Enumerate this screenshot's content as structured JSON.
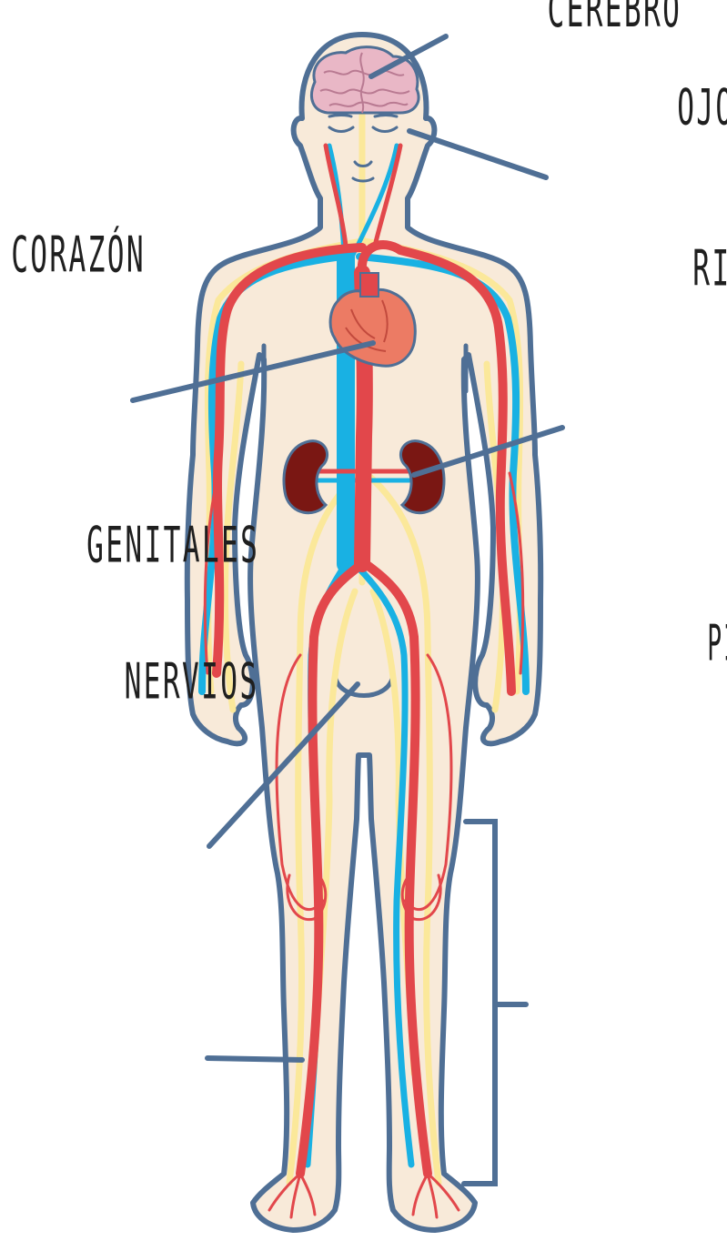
{
  "labels": {
    "cerebro": "CEREBRO",
    "ojos": "OJOS",
    "corazon": "CORAZÓN",
    "rinones": "RIÑONES",
    "genitales": "GENITALES",
    "piernas": "PIERNAS Y PIES",
    "nervios": "NERVIOS"
  },
  "colors": {
    "outline": "#4f6f95",
    "skin": "#f8ead9",
    "artery": "#e2474b",
    "vein": "#19b1e3",
    "nerve": "#fbe89a",
    "brain": "#e9b7c6",
    "heart": "#ec7b64",
    "kidney": "#7a1713",
    "leader": "#4f6f95"
  }
}
